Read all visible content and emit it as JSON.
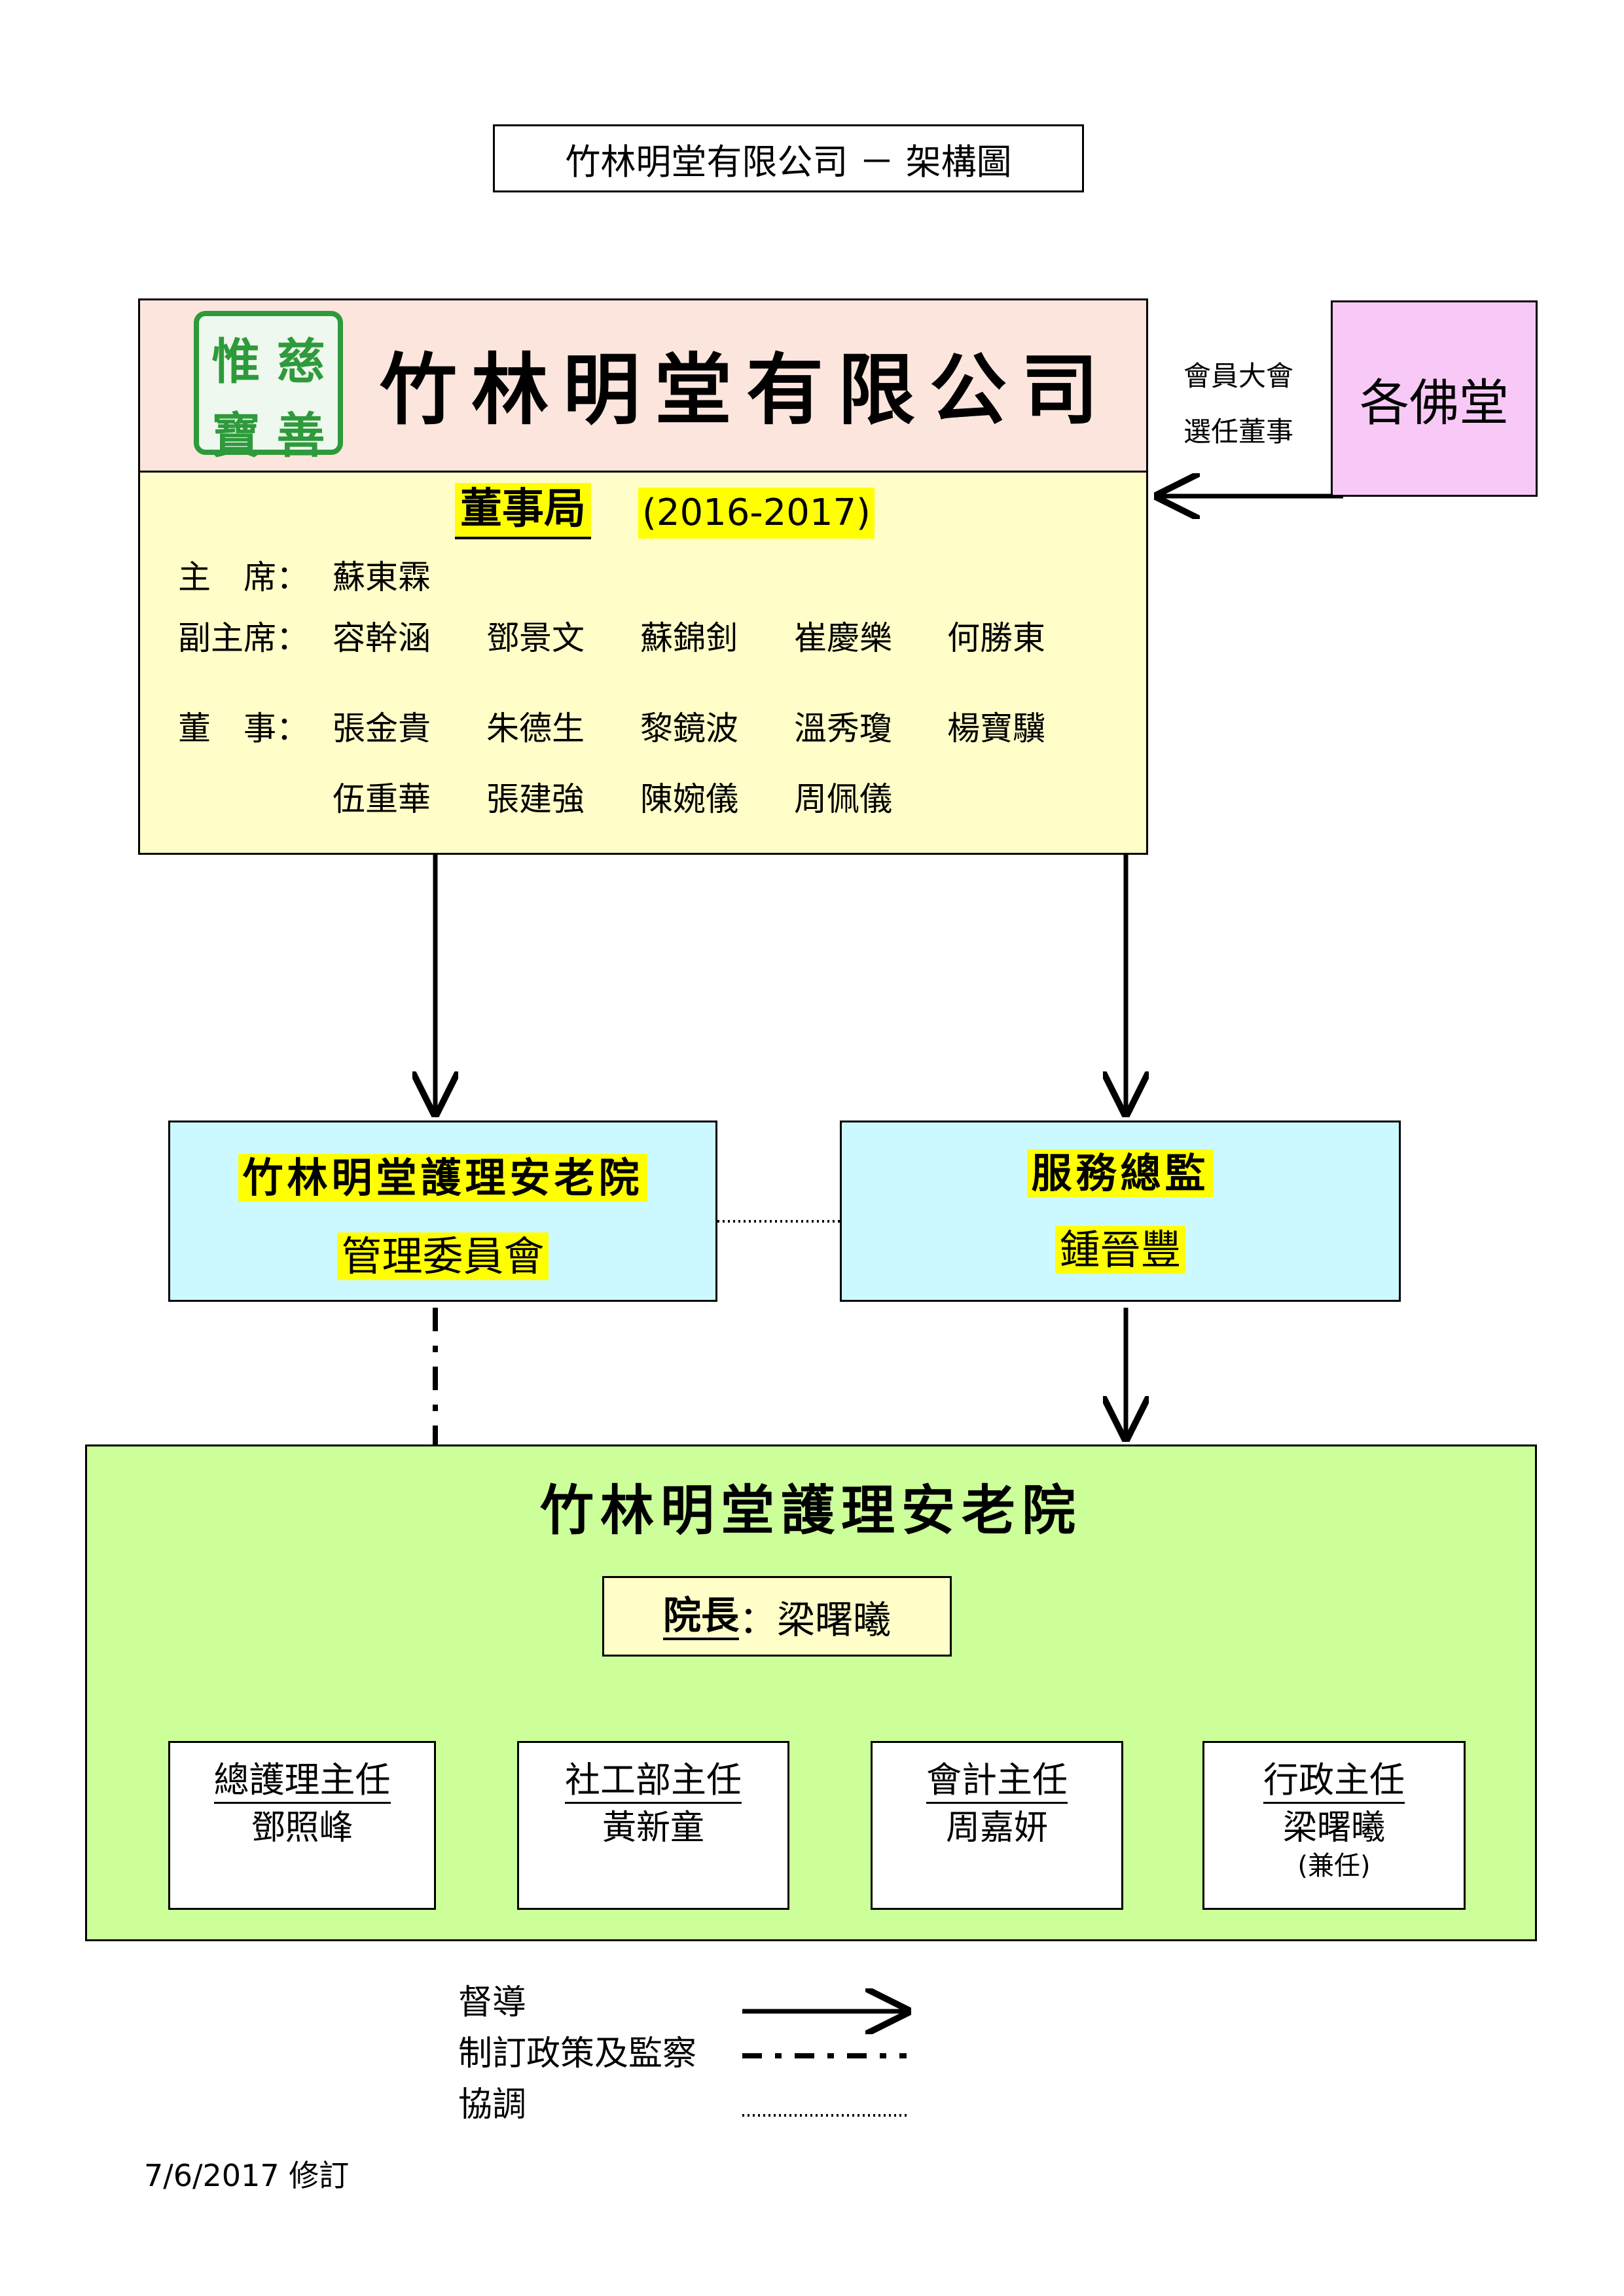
{
  "title": "竹林明堂有限公司 － 架構圖",
  "company": {
    "name": "竹林明堂有限公司",
    "seal": [
      "惟",
      "慈",
      "善",
      "寶"
    ]
  },
  "board": {
    "title": "董事局",
    "years": "(2016-2017)",
    "rows": [
      {
        "label": "主　席：",
        "members": [
          "蘇東霖"
        ]
      },
      {
        "label": "副主席：",
        "members": [
          "容幹涵",
          "鄧景文",
          "蘇錦釗",
          "崔慶樂",
          "何勝東"
        ]
      },
      {
        "label": "董　事：",
        "members": [
          "張金貴",
          "朱德生",
          "黎鏡波",
          "溫秀瓊",
          "楊寶驥"
        ]
      },
      {
        "label": "",
        "members": [
          "伍重華",
          "張建強",
          "陳婉儀",
          "周佩儀"
        ]
      }
    ]
  },
  "general_meeting": {
    "line1": "會員大會",
    "line2": "選任董事"
  },
  "buddha_halls": "各佛堂",
  "management_committee": {
    "line1": "竹林明堂護理安老院",
    "line2": "管理委員會"
  },
  "service_director": {
    "line1": "服務總監",
    "line2": "鍾晉豐"
  },
  "care_home": {
    "name": "竹林明堂護理安老院",
    "director_role": "院長",
    "director_sep": "：",
    "director_name": "梁曙曦",
    "departments": [
      {
        "title": "總護理主任",
        "name": "鄧照峰",
        "note": ""
      },
      {
        "title": "社工部主任",
        "name": "黃新童",
        "note": ""
      },
      {
        "title": "會計主任",
        "name": "周嘉妍",
        "note": ""
      },
      {
        "title": "行政主任",
        "name": "梁曙曦",
        "note": "(兼任)"
      }
    ]
  },
  "legend": {
    "supervise": "督導",
    "policy": "制訂政策及監察",
    "coordinate": "協調"
  },
  "revision": "7/6/2017 修訂"
}
